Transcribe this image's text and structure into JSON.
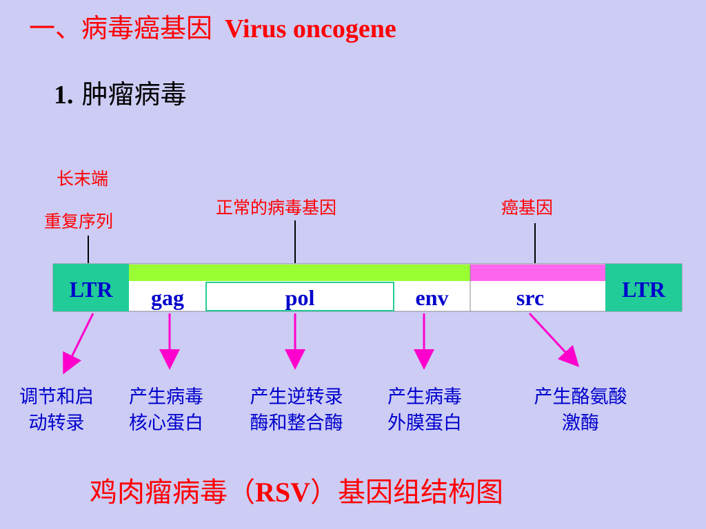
{
  "title": {
    "cn": "一、病毒癌基因",
    "en": "Virus oncogene"
  },
  "subtitle": {
    "num": "1.",
    "text": "肿瘤病毒"
  },
  "labels": {
    "ltr_line1": "长末端",
    "ltr_line2": "重复序列",
    "normal_genes": "正常的病毒基因",
    "oncogene": "癌基因"
  },
  "genome": {
    "ltr_left": "LTR",
    "gag": "gag",
    "pol": "pol",
    "env": "env",
    "src": "src",
    "ltr_right": "LTR",
    "colors": {
      "ltr": "#22cc99",
      "normal_bar": "#99ff33",
      "src_bar": "#ff66ee",
      "arrow": "#ff00cc"
    }
  },
  "descriptions": {
    "ltr": {
      "line1": "调节和启",
      "line2": "动转录"
    },
    "gag": {
      "line1": "产生病毒",
      "line2": "核心蛋白"
    },
    "pol": {
      "line1": "产生逆转录",
      "line2": "酶和整合酶"
    },
    "env": {
      "line1": "产生病毒",
      "line2": "外膜蛋白"
    },
    "src": {
      "line1": "产生酪氨酸",
      "line2": "激酶"
    }
  },
  "caption": {
    "pre": "鸡肉瘤病毒（",
    "en": "RSV",
    "post": "）基因组结构图"
  }
}
